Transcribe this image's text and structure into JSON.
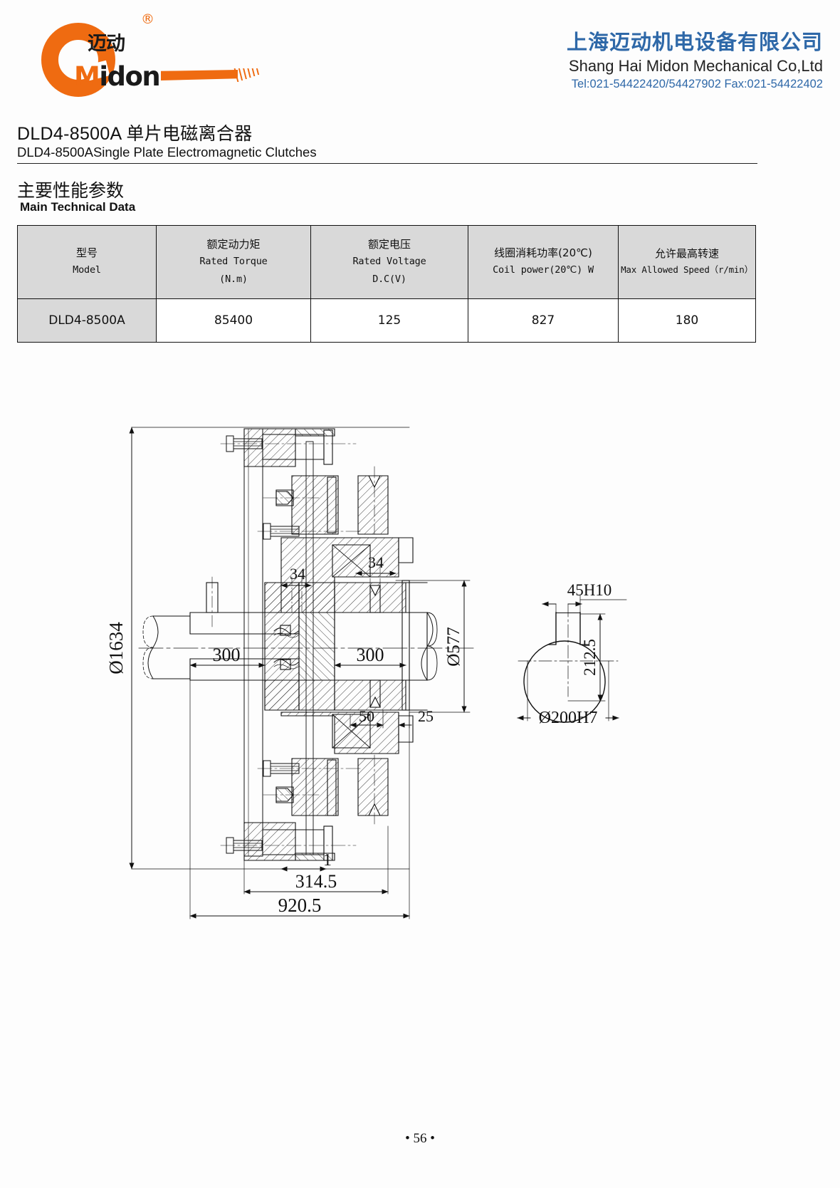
{
  "header": {
    "logo": {
      "registered_mark": "®",
      "chinese_mark": "迈动",
      "wordmark_m": "M",
      "wordmark_rest": "idon"
    },
    "company_cn": "上海迈动机电设备有限公司",
    "company_en": "Shang Hai Midon Mechanical Co,Ltd",
    "contact": "Tel:021-54422420/54427902 Fax:021-54422402"
  },
  "product": {
    "title_cn": "DLD4-8500A 单片电磁离合器",
    "title_en_model": "DLD4-8500A",
    "title_en_name": "Single Plate Electromagnetic Clutches"
  },
  "section": {
    "heading_cn": "主要性能参数",
    "heading_en": "Main Technical Data"
  },
  "table": {
    "columns": [
      {
        "cn": "型号",
        "en": "Model",
        "unit": ""
      },
      {
        "cn": "额定动力矩",
        "en": "Rated Torque",
        "unit": "(N.m)"
      },
      {
        "cn": "额定电压",
        "en": "Rated Voltage",
        "unit": "D.C(V)"
      },
      {
        "cn": "线圈消耗功率(20℃)",
        "en": "Coil   power(20℃) W",
        "unit": ""
      },
      {
        "cn": "允许最高转速",
        "en": "Max Allowed Speed（r/min）",
        "unit": ""
      }
    ],
    "rows": [
      {
        "model": "DLD4-8500A",
        "rated_torque": "85400",
        "rated_voltage": "125",
        "coil_power": "827",
        "max_speed": "180"
      }
    ]
  },
  "drawing": {
    "dimensions": {
      "outer_diameter": "Ø1634",
      "shaft_diameter": "Ø577",
      "left_hub_length": "300",
      "right_hub_length": "300",
      "keyway_left": "34",
      "keyway_right": "34",
      "offset_50": "50",
      "offset_25": "25",
      "gap_1": "1",
      "inner_total": "314.5",
      "overall_length": "920.5"
    },
    "detail_view": {
      "key_width": "45H10",
      "key_height": "212.5",
      "bore": "Ø200H7"
    }
  },
  "footer": {
    "page_number": "• 56 •"
  }
}
